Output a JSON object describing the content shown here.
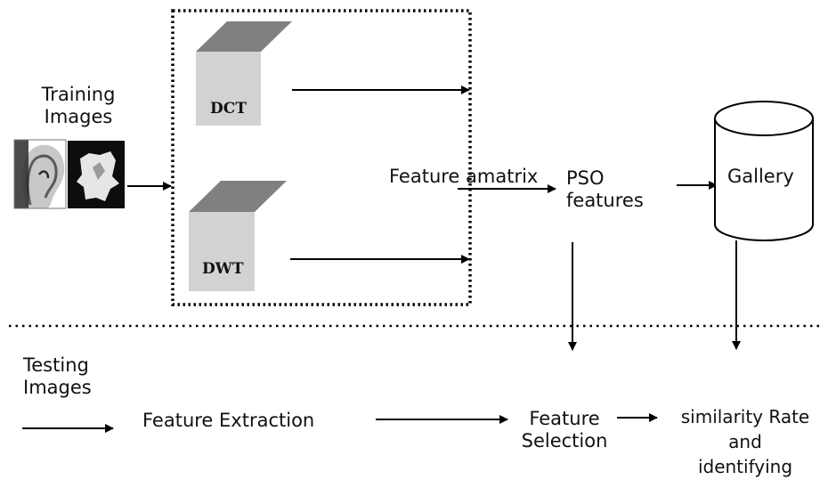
{
  "training": {
    "line1": "Training",
    "line2": "Images"
  },
  "dct_label": "DCT",
  "dwt_label": "DWT",
  "feature_matrix": "Feature amatrix",
  "pso": {
    "line1": "PSO",
    "line2": "features"
  },
  "gallery": "Gallery",
  "testing": {
    "line1": "Testing",
    "line2": "Images"
  },
  "feature_extraction": "Feature Extraction",
  "feature_selection": {
    "line1": "Feature",
    "line2": "Selection"
  },
  "similarity": {
    "line1": "similarity Rate",
    "line2": "and",
    "line3": "identifying"
  },
  "colors": {
    "block_top": "#808080",
    "block_face": "#d2d2d2",
    "stroke": "#000000"
  }
}
